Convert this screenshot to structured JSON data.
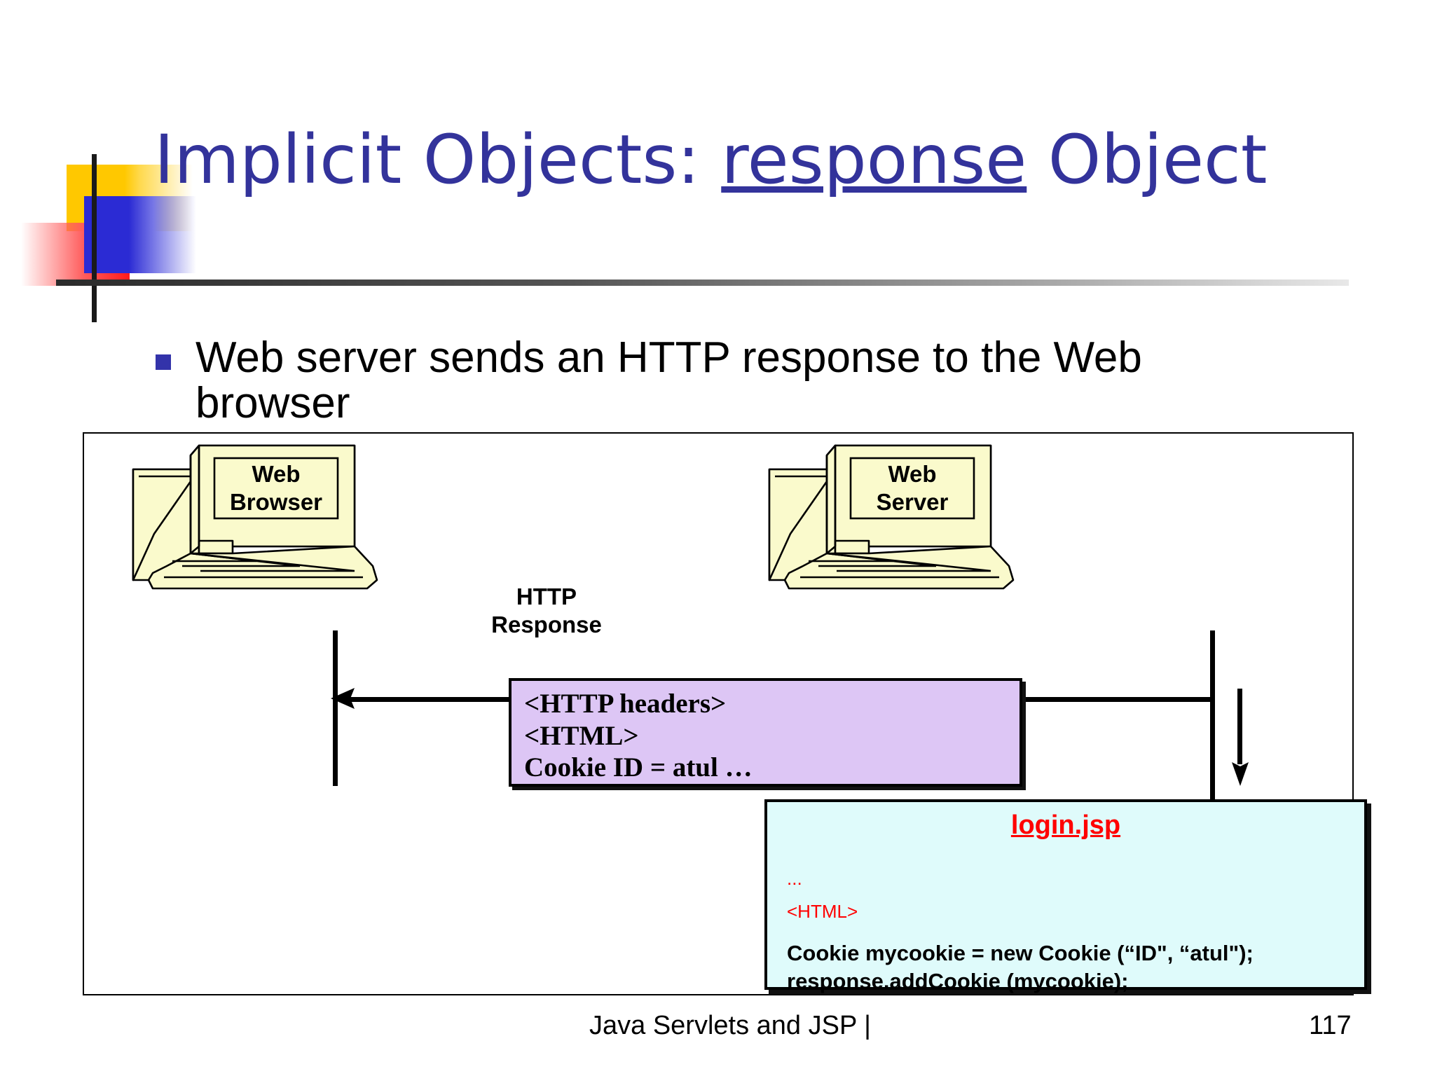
{
  "slide": {
    "title_prefix": "Implicit Objects: ",
    "title_emphasis": "response",
    "title_suffix": " Object",
    "bullet": "Web server sends an HTTP response to the Web browser"
  },
  "diagram": {
    "browser_caption_line1": "Web",
    "browser_caption_line2": "Browser",
    "server_caption_line1": "Web",
    "server_caption_line2": "Server",
    "flow_label_line1": "HTTP",
    "flow_label_line2": "Response",
    "message_box": {
      "line1": "<HTTP headers>",
      "line2": "<HTML>",
      "line3": "Cookie ID = atul …",
      "fill_color": "#DDC6F5"
    },
    "code_box": {
      "title": "login.jsp",
      "red_line1": "...",
      "red_line2": "<HTML>",
      "black_line1": "Cookie mycookie = new Cookie (“ID\", “atul\");",
      "black_line2": "response.addCookie (mycookie);",
      "fill_color": "#DFFBFB",
      "title_color": "#FF0000"
    }
  },
  "footer": {
    "left": "Java Servlets and JSP |",
    "page_number": "117"
  },
  "theme": {
    "title_color": "#33339B",
    "bullet_marker_color": "#3333AA",
    "computer_fill": "#FAFACC"
  }
}
